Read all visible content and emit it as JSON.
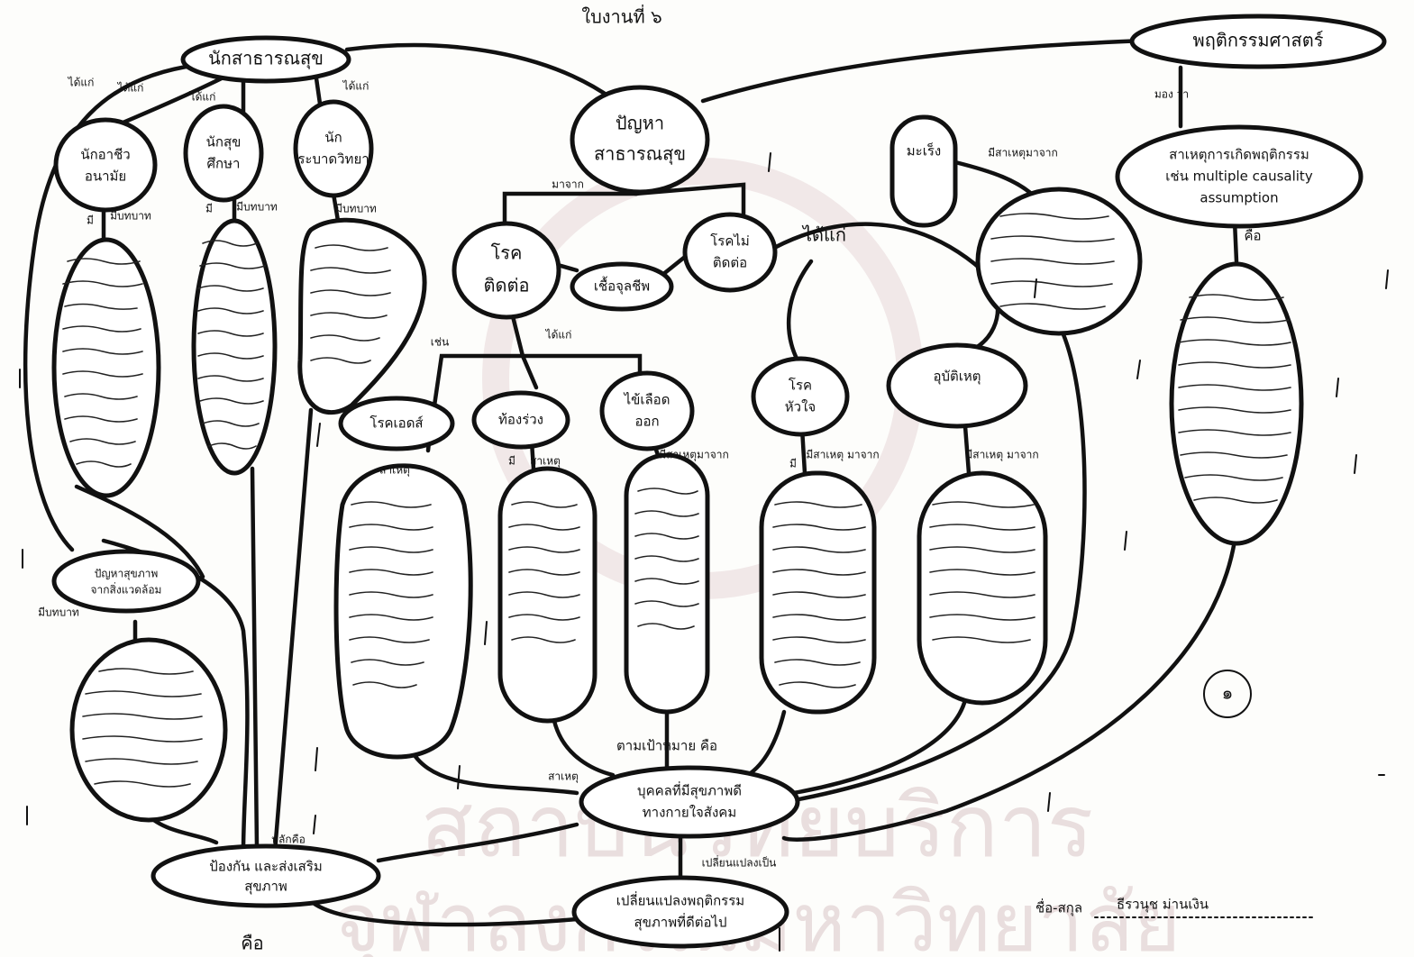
{
  "sheet_title": "ใบงานที่ ๖",
  "watermark": {
    "line1": "สถาบันวิทยบริการ",
    "line2": "จุฬาลงกรณ์มหาวิทยาลัย"
  },
  "nodes": {
    "public_health_worker": "นักสาธารณสุข",
    "behavioral_science": "พฤติกรรมศาสตร์",
    "health_officer": "นักอาชีว อนามัย",
    "health_educator": "นักสุข ศึกษา",
    "epidemiologist": "นัก ระบาดวิทยา",
    "public_health_problem": "ปัญหา สาธารณสุข",
    "communicable": "โรค ติดต่อ",
    "microbes": "เชื้อจุลชีพ",
    "non_communicable": "โรคไม่ ติดต่อ",
    "cancer": "มะเร็ง",
    "accident": "อุบัติเหตุ",
    "heart_disease": "โรค หัวใจ",
    "aids": "โรคเอดส์",
    "diarrhea": "ท้องร่วง",
    "dengue": "ไข้เลือด ออก",
    "causation": "สาเหตุการเกิดพฤติกรรม เช่น multiple causality assumption",
    "wellness_center": "บุคคลที่มีสุขภาพดี ทางกายใจสังคม",
    "prevention": "ป้องกัน และส่งเสริม สุขภาพ",
    "change_behavior": "เปลี่ยนแปลงพฤติกรรม สุขภาพที่ดีต่อไป",
    "lower_left": "ปัญหาสุขภาพ จากสิ่งแวดล้อม"
  },
  "edge_labels": {
    "includes1": "ได้แก่",
    "includes2": "ได้แก่",
    "includes3": "ได้แก่",
    "includes4": "ได้แก่",
    "includes5": "ได้แก่",
    "includes_big": "ได้แก่",
    "has_role1": "มีบทบาท",
    "has_role2": "มีบทบาท",
    "has_role3": "มีบทบาท",
    "has_role4": "มีบทบาท",
    "has_cause1": "มีสาเหตุมาจาก",
    "has_cause2": "มีสาเหตุมาจาก",
    "has_cause3": "มีสาเหตุ มาจาก",
    "has_cause4": "มีสาเหตุ มาจาก",
    "has1": "มี",
    "has2": "มี",
    "has3": "มี",
    "has4": "มี",
    "cause1": "สาเหตุ",
    "cause2": "สาเหตุ",
    "cause3": "สาเหตุ",
    "comes_from": "มาจาก",
    "look": "มอง ว่า",
    "is": "คือ",
    "goal": "ตามเป้าหมาย คือ",
    "main_is": "หลักคือ",
    "change": "เปลี่ยนแปลงเป็น",
    "for_example": "เช่น",
    "is2": "คือ",
    "circled_number": "๑",
    "signature_label": "ชื่อ-สกุล",
    "signature_name": "ธีรวนุช ม่านเงิน"
  }
}
